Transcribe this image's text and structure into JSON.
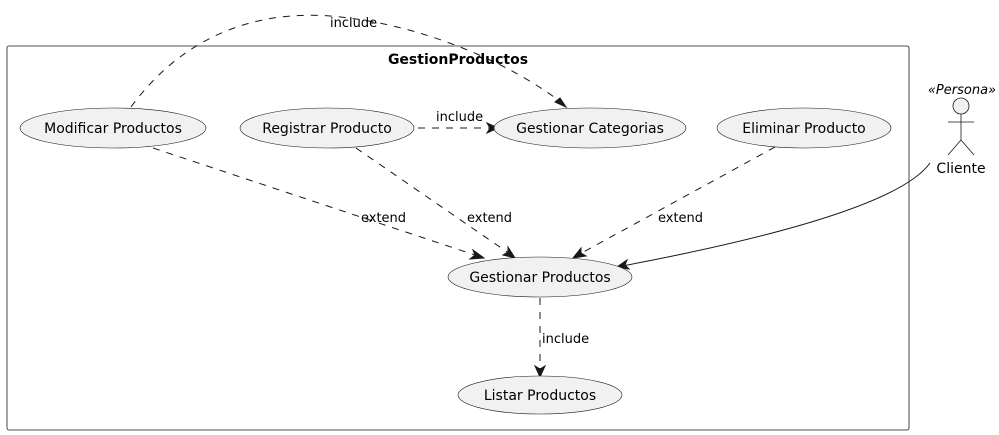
{
  "system": {
    "title": "GestionProductos"
  },
  "use_cases": {
    "modificar": "Modificar Productos",
    "registrar": "Registrar Producto",
    "categorias": "Gestionar Categorias",
    "eliminar": "Eliminar Producto",
    "gestionar": "Gestionar Productos",
    "listar": "Listar Productos"
  },
  "relations": {
    "modificar_categorias": "include",
    "registrar_categorias": "include",
    "modificar_gestionar": "extend",
    "registrar_gestionar": "extend",
    "eliminar_gestionar": "extend",
    "gestionar_listar": "include"
  },
  "actor": {
    "name": "Cliente",
    "stereotype": "«Persona»"
  }
}
